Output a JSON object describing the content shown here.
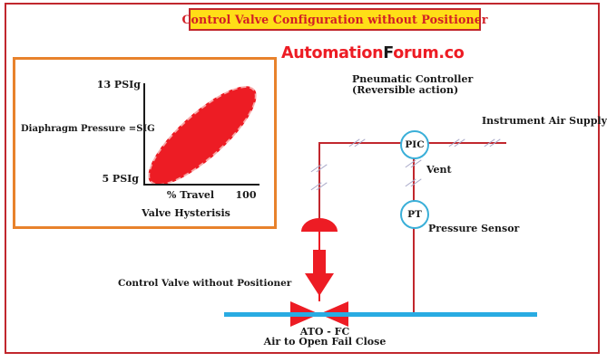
{
  "banner": {
    "text": "Control Valve Configuration without Positioner",
    "bg_color": "#FFDE17",
    "text_color": "#D21F26",
    "border_color": "#C1272D"
  },
  "logo": {
    "segment1": "Automation",
    "segment2": "F",
    "segment3": "orum.co",
    "red": "#ED1C24",
    "black": "#1a1a1a"
  },
  "chart_data": {
    "type": "area",
    "title": "Valve Hysterisis",
    "ylabel": "Diaphragm Pressure =SIG",
    "xlabel": "% Travel",
    "y_tick_top": "13 PSIg",
    "y_tick_bottom": "5 PSIg",
    "x_tick_max": "100",
    "xlim": [
      0,
      100
    ],
    "ylim": [
      5,
      13
    ],
    "series": [
      {
        "name": "hysteresis band",
        "shape": "ellipse",
        "from_point": [
          0,
          5
        ],
        "to_point": [
          100,
          13
        ],
        "fill_color": "#ED1C24",
        "edge_style": "dashed",
        "edge_color": "#F7A8A8"
      }
    ],
    "grid": false,
    "legend": false,
    "frame_color": "#E8822C"
  },
  "diagram": {
    "pneumatic_controller_line1": "Pneumatic Controller",
    "pneumatic_controller_line2": "(Reversible action)",
    "instrument_air_supply": "Instrument Air Supply",
    "pic_tag": "PIC",
    "vent": "Vent",
    "pt_tag": "PT",
    "pressure_sensor": "Pressure Sensor",
    "control_valve_label": "Control Valve without Positioner",
    "valve_code": "ATO - FC",
    "valve_code_full": "Air to Open Fail Close",
    "line_color": "#C1272D",
    "hash_color": "#A9A9C9",
    "pipe_color": "#29ABE2",
    "instrument_ring_color": "#3AAFD8",
    "valve_color": "#ED1C24",
    "outer_border_color": "#C1272D"
  }
}
